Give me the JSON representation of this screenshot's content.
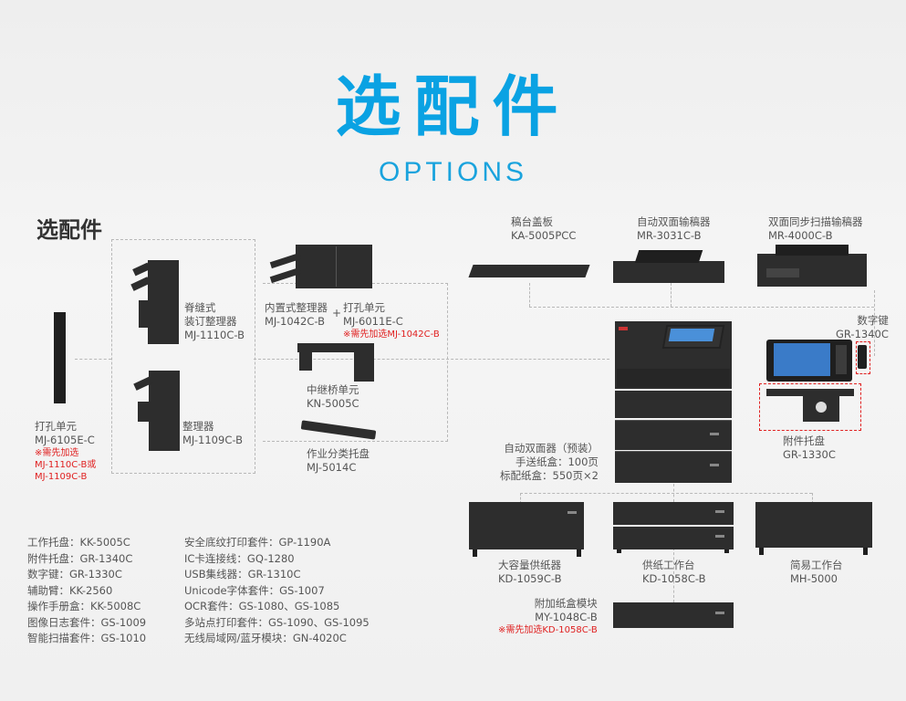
{
  "header": {
    "title": "选配件",
    "subtitle": "OPTIONS"
  },
  "section_title": "选配件",
  "items": {
    "hole_punch_left": {
      "name": "打孔单元",
      "model": "MJ-6105E-C",
      "note_1": "※需先加选",
      "note_2": "MJ-1110C-B或",
      "note_3": "MJ-1109C-B"
    },
    "saddle_finisher": {
      "name_1": "脊缝式",
      "name_2": "装订整理器",
      "model": "MJ-1110C-B"
    },
    "finisher": {
      "name": "整理器",
      "model": "MJ-1109C-B"
    },
    "inner_finisher": {
      "name": "内置式整理器",
      "model": "MJ-1042C-B",
      "plus": "+"
    },
    "hole_punch_inner": {
      "name": "打孔单元",
      "model": "MJ-6011E-C",
      "note": "※需先加选MJ-1042C-B"
    },
    "bridge": {
      "name": "中继桥单元",
      "model": "KN-5005C"
    },
    "job_tray": {
      "name": "作业分类托盘",
      "model": "MJ-5014C"
    },
    "platen_cover": {
      "name": "稿台盖板",
      "model": "KA-5005PCC"
    },
    "radf": {
      "name": "自动双面输稿器",
      "model": "MR-3031C-B"
    },
    "dsdf": {
      "name": "双面同步扫描输稿器",
      "model": "MR-4000C-B"
    },
    "keypad": {
      "name": "数字键",
      "model": "GR-1340C"
    },
    "side_tray": {
      "name": "附件托盘",
      "model": "GR-1330C"
    },
    "duplex": {
      "line_1": "自动双面器（预装）",
      "line_2": "手送纸盒：100页",
      "line_3": "标配纸盒：550页×2"
    },
    "lcf": {
      "name": "大容量供纸器",
      "model": "KD-1059C-B"
    },
    "feed_cabinet": {
      "name": "供纸工作台",
      "model": "KD-1058C-B"
    },
    "stand": {
      "name": "简易工作台",
      "model": "MH-5000"
    },
    "drawer_module": {
      "name": "附加纸盒模块",
      "model": "MY-1048C-B",
      "note": "※需先加选KD-1058C-B"
    }
  },
  "accessory_list_left": [
    "工作托盘：KK-5005C",
    "附件托盘：GR-1340C",
    "数字键：GR-1330C",
    "辅助臂：KK-2560",
    "操作手册盒：KK-5008C",
    "图像日志套件：GS-1009",
    "智能扫描套件：GS-1010"
  ],
  "accessory_list_right": [
    "安全底纹打印套件：GP-1190A",
    "IC卡连接线：GQ-1280",
    "USB集线器：GR-1310C",
    "Unicode字体套件：GS-1007",
    "OCR套件：GS-1080、GS-1085",
    "多站点打印套件：GS-1090、GS-1095",
    "无线局域网/蓝牙模块：GN-4020C"
  ],
  "colors": {
    "title": "#0aa2e3",
    "note_red": "#e02020",
    "device_dark": "#2d2d2d"
  }
}
